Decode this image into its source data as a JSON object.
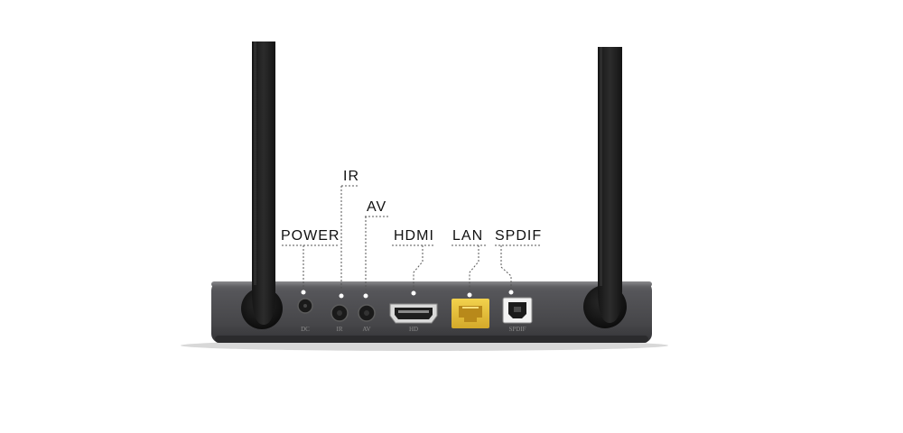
{
  "device": {
    "body_color": "#4a4a4c",
    "antenna_color": "#1e1e1e",
    "lan_port_color": "#e5c13a"
  },
  "callouts": {
    "power": "POWER",
    "ir": "IR",
    "av": "AV",
    "hdmi": "HDMI",
    "lan": "LAN",
    "spdif": "SPDIF"
  },
  "port_captions": {
    "dc": "DC",
    "ir": "IR",
    "av": "AV",
    "hd": "HD",
    "spdif": "SPDIF"
  }
}
